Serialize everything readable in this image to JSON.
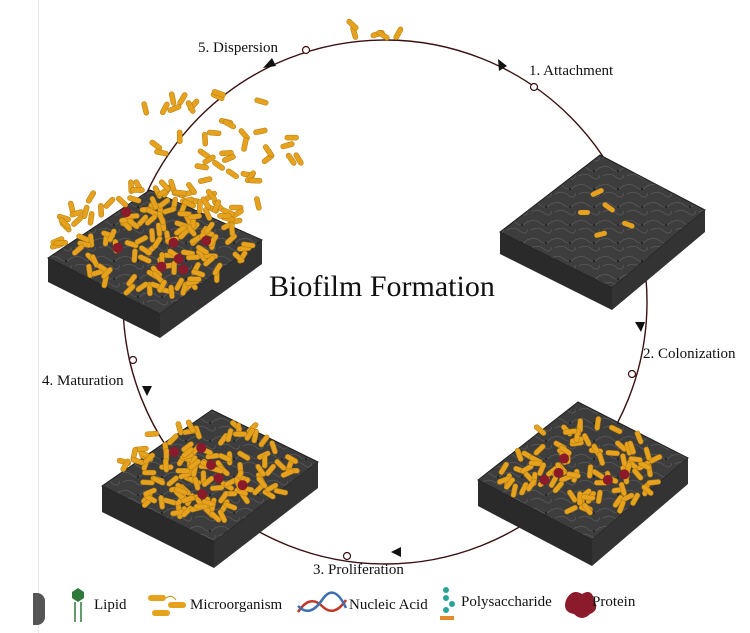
{
  "title": "Biofilm Formation",
  "stages": {
    "dispersion": "5. Dispersion",
    "attachment": "1. Attachment",
    "colonization": "2. Colonization",
    "proliferation": "3. Proliferation",
    "maturation": "4. Maturation"
  },
  "legend": {
    "lipid": "Lipid",
    "microorganism": "Microorganism",
    "nucleic_acid": "Nucleic Acid",
    "polysaccharide": "Polysaccharide",
    "protein": "Protein"
  },
  "colors": {
    "cycle_line": "#3a1010",
    "surface": "#3d3d3d",
    "surface_edge": "#1f1f1f",
    "microorganism": "#e6a21c",
    "protein": "#8b1a2a",
    "lipid": "#2f7a3a",
    "polysaccharide": "#2aa39a",
    "nucleic_acid_a": "#c0392b",
    "nucleic_acid_b": "#3b6fb0"
  }
}
